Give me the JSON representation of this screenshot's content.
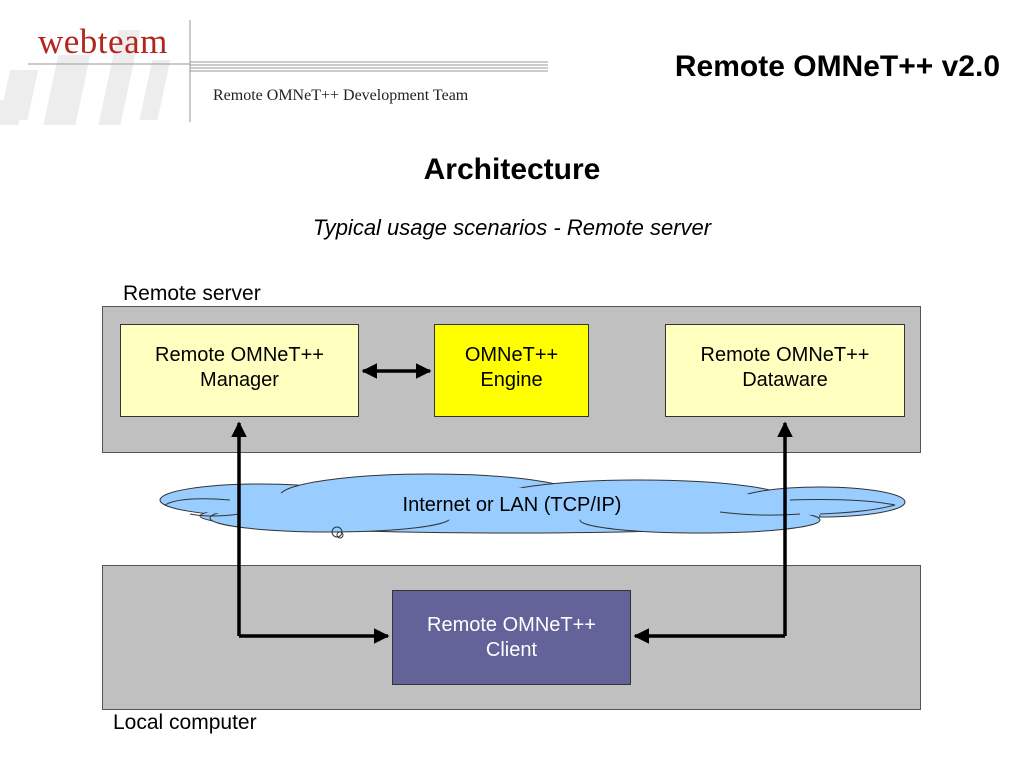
{
  "header": {
    "logo_text": "webteam",
    "logo_subtitle": "Remote OMNeT++ Development Team",
    "slide_title": "Remote OMNeT++ v2.0"
  },
  "page": {
    "title": "Architecture",
    "subtitle": "Typical usage scenarios - Remote server"
  },
  "zones": {
    "remote": {
      "label": "Remote server"
    },
    "local": {
      "label": "Local computer"
    }
  },
  "components": {
    "manager": {
      "line1": "Remote OMNeT++",
      "line2": "Manager"
    },
    "engine": {
      "line1": "OMNeT++",
      "line2": "Engine"
    },
    "dataware": {
      "line1": "Remote OMNeT++",
      "line2": "Dataware"
    },
    "client": {
      "line1": "Remote OMNeT++",
      "line2": "Client"
    }
  },
  "network": {
    "label": "Internet or LAN (TCP/IP)"
  },
  "colors": {
    "zone_fill": "#c0c0c0",
    "component_light_yellow": "#ffffc0",
    "component_yellow": "#ffff00",
    "client_fill": "#63639a",
    "cloud_fill": "#99ccff",
    "logo_red": "#b2261f"
  }
}
